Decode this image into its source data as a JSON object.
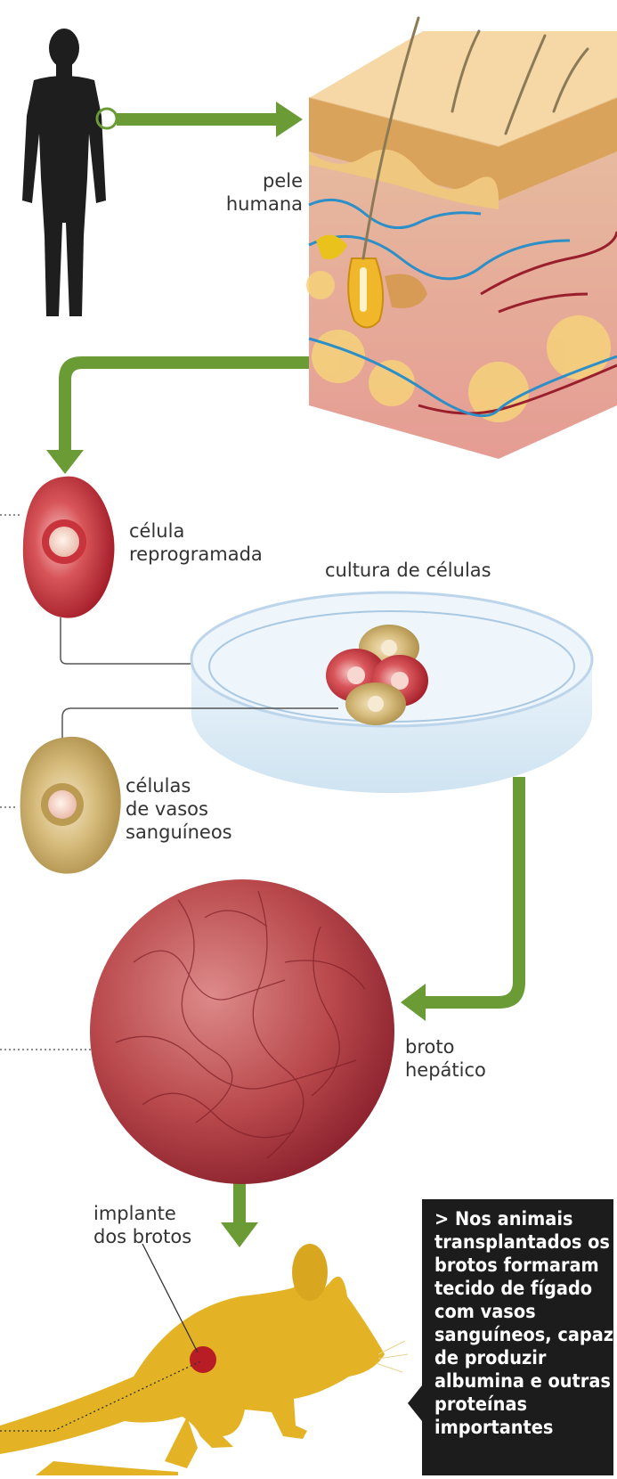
{
  "labels": {
    "pele": [
      "pele",
      "humana"
    ],
    "celula": [
      "célula",
      "reprogramada"
    ],
    "cultura": "cultura de células",
    "vasos": [
      "células",
      "de vasos",
      "sanguíneos"
    ],
    "broto": [
      "broto",
      "hepático"
    ],
    "implante": [
      "implante",
      "dos brotos"
    ]
  },
  "note": {
    "lines": [
      "> Nos animais",
      "transplantados os",
      "brotos formaram",
      "tecido de fígado",
      "com vasos",
      "sanguíneos, capaz",
      "de produzir",
      "albumina e outras",
      "proteínas",
      "importantes"
    ]
  },
  "colors": {
    "arrow": "#6a9b35",
    "human": "#1e1e1e",
    "reprogrammed_cell": "#c23a3f",
    "vessel_cell": "#c9aa68",
    "liver_bud": "#b9494c",
    "mouse": "#e3b325",
    "skin_top": "#f3cf99",
    "skin_dermis": "#e9a39a",
    "vessel_blue": "#2d8fc7",
    "note_bg": "#1c1c1c"
  },
  "icons": [
    "human-silhouette-icon",
    "skin-section-icon",
    "petri-dish-icon",
    "mouse-icon"
  ]
}
